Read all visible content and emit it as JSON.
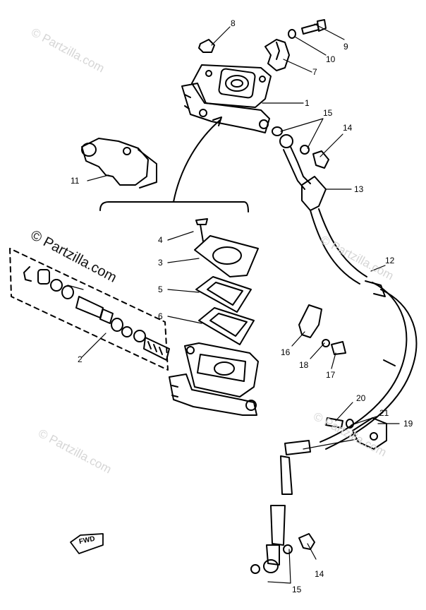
{
  "watermarks": [
    "© Partzilla.com",
    "© Partzilla.com",
    "© Partzilla.com",
    "© Partzilla.com",
    "© Partzilla.com"
  ],
  "callouts": {
    "c1": "1",
    "c2": "2",
    "c3": "3",
    "c4": "4",
    "c5": "5",
    "c6": "6",
    "c7": "7",
    "c8": "8",
    "c9": "9",
    "c10": "10",
    "c11": "11",
    "c12": "12",
    "c13": "13",
    "c14a": "14",
    "c14b": "14",
    "c15a": "15",
    "c15b": "15",
    "c16": "16",
    "c17": "17",
    "c18": "18",
    "c19": "19",
    "c20": "20",
    "c21": "21"
  },
  "fwd_label": "FWD"
}
